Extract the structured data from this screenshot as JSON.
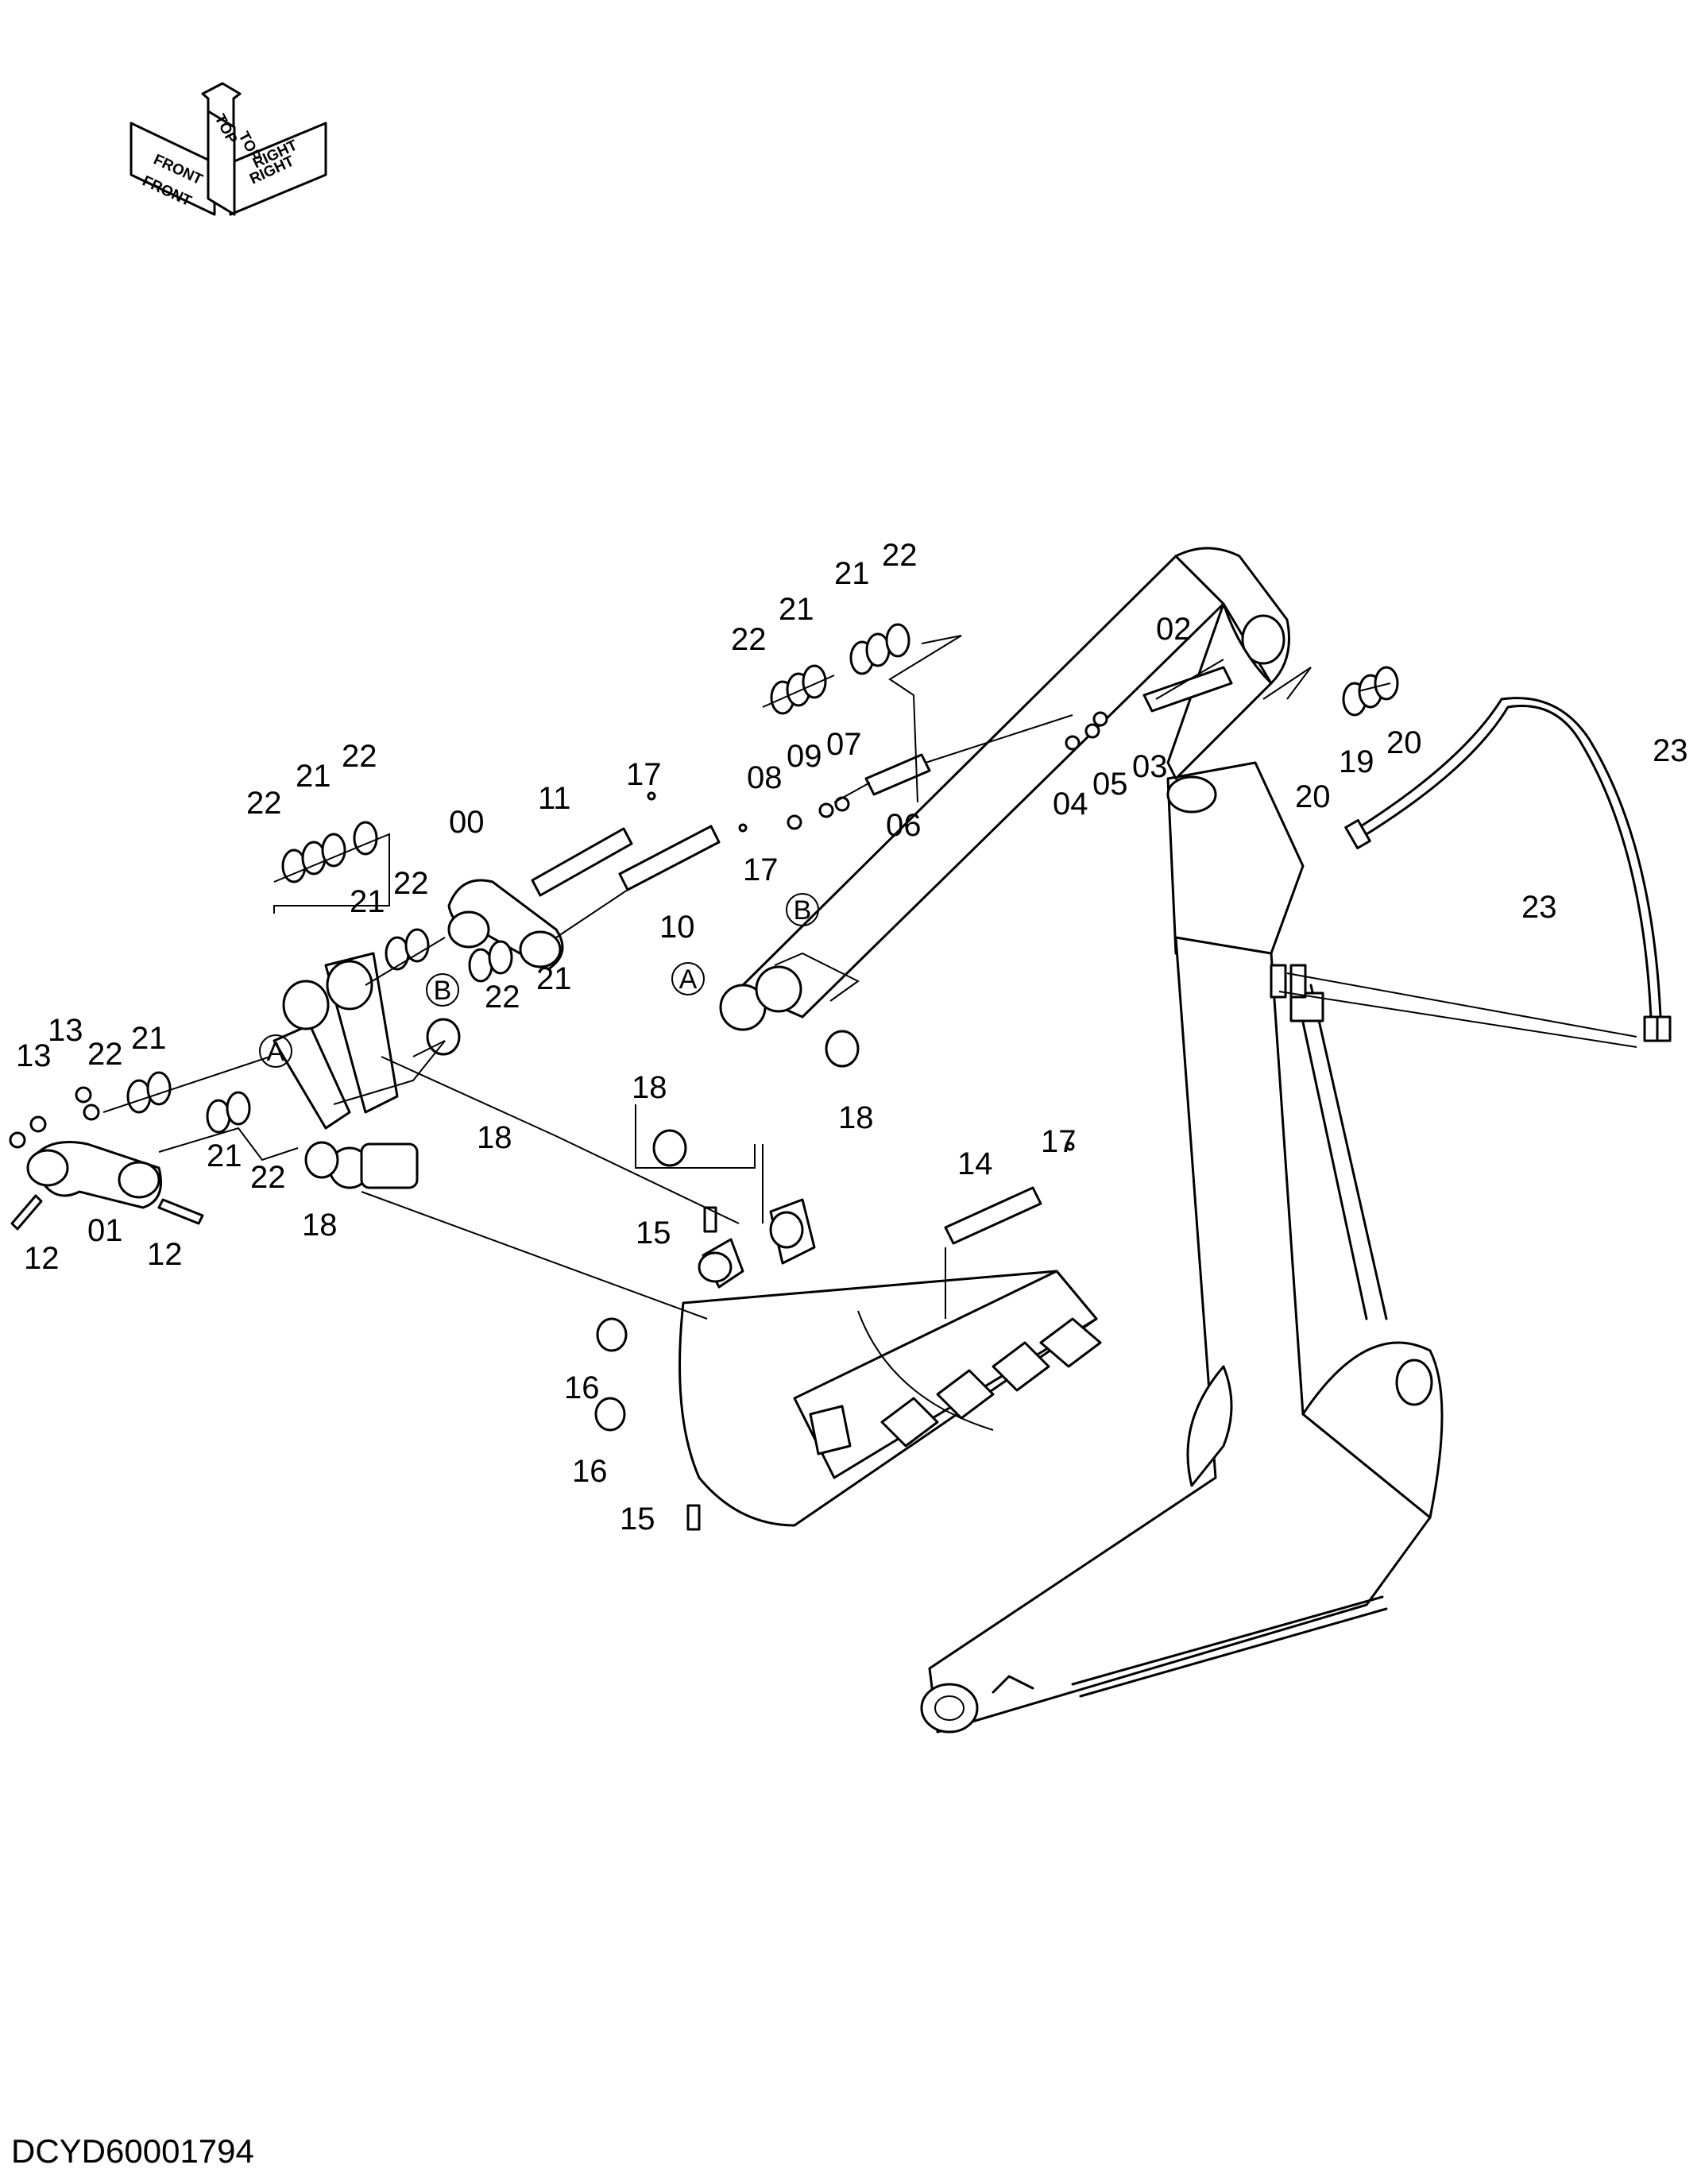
{
  "drawing_code": "DCYD60001794",
  "orientation": {
    "top": "TOP",
    "front": "FRONT",
    "right": "RIGHT"
  },
  "callouts": [
    "00",
    "01",
    "02",
    "03",
    "04",
    "05",
    "06",
    "07",
    "08",
    "09",
    "10",
    "11",
    "12",
    "13",
    "14",
    "15",
    "16",
    "17",
    "18",
    "19",
    "20",
    "21",
    "22",
    "23"
  ],
  "reference_marks": [
    "A",
    "B"
  ]
}
